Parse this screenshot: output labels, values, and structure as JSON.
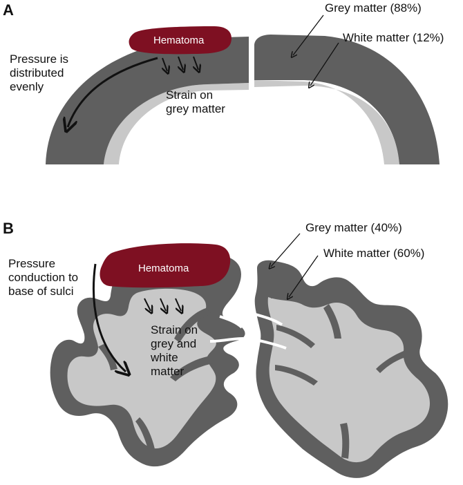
{
  "panels": {
    "a": {
      "letter": "A",
      "hematoma_label": "Hematoma",
      "pressure_text": "Pressure is\ndistributed\nevenly",
      "strain_text": "Strain on\ngrey matter",
      "grey_matter_label": "Grey matter (88%)",
      "white_matter_label": "White matter (12%)"
    },
    "b": {
      "letter": "B",
      "hematoma_label": "Hematoma",
      "pressure_text": "Pressure\nconduction to\nbase of sulci",
      "strain_text": "Strain on\ngrey and\nwhite\nmatter",
      "grey_matter_label": "Grey matter (40%)",
      "white_matter_label": "White matter (60%)"
    }
  },
  "colors": {
    "grey_matter": "#5f5f5f",
    "white_matter": "#c8c8c8",
    "hematoma": "#7e1022",
    "arrow": "#111111"
  }
}
